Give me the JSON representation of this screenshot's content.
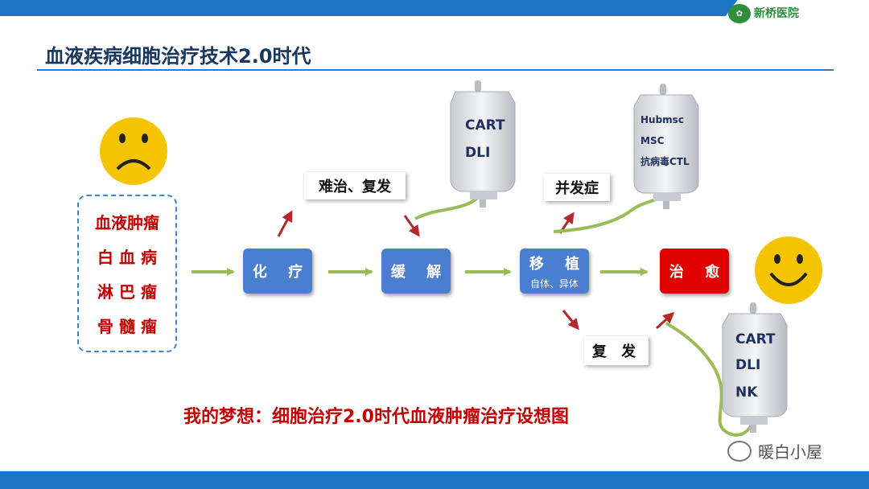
{
  "header": {
    "logo_university": "",
    "logo_name": "新桥医院"
  },
  "title": "血液疾病细胞治疗技术2.0时代",
  "diseases": [
    "血液肿瘤",
    "白 血 病",
    "淋 巴 瘤",
    "骨 髓 瘤"
  ],
  "stages": {
    "chemo": "化 疗",
    "remission": "缓 解",
    "transplant": "移 植",
    "transplant_sub": "自体、异体",
    "cure": "治 愈"
  },
  "tags": {
    "refractory": "难治、复发",
    "complication": "并发症",
    "relapse": "复 发"
  },
  "bags": {
    "bag1": [
      "CART",
      "DLI"
    ],
    "bag2": [
      "Hubmsc",
      "MSC",
      "抗病毒CTL"
    ],
    "bag3": [
      "CART",
      "DLI",
      "NK"
    ]
  },
  "footnote": "我的梦想：细胞治疗2.0时代血液肿瘤治疗设想图",
  "watermark": "暖白小屋",
  "colors": {
    "accent_blue": "#1d75c8",
    "stage_blue": "#4a7fcf",
    "cure_red": "#e00000",
    "text_red": "#c00000",
    "arrow_green": "#9bbb59",
    "arrow_red": "#b5282c",
    "face_yellow": "#f5c400"
  }
}
